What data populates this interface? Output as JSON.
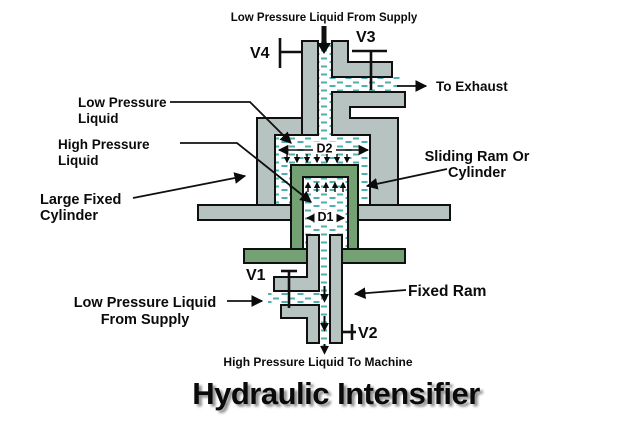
{
  "title": "Hydraulic Intensifier",
  "colors": {
    "metal_gray": "#b7c3c0",
    "metal_green": "#73a173",
    "liquid_dash": "#4fb0ac",
    "outline": "#101010"
  },
  "labels": {
    "supply_top": "Low Pressure Liquid From Supply",
    "to_exhaust": "To Exhaust",
    "low_pressure_1": "Low Pressure",
    "low_pressure_2": "Liquid",
    "high_pressure_1": "High Pressure",
    "high_pressure_2": "Liquid",
    "large_fixed_1": "Large Fixed",
    "large_fixed_2": "Cylinder",
    "sliding_ram_1": "Sliding Ram Or",
    "sliding_ram_2": "Cylinder",
    "fixed_ram": "Fixed Ram",
    "supply_bottom_1": "Low Pressure Liquid",
    "supply_bottom_2": "From Supply",
    "outlet": "High Pressure Liquid To Machine"
  },
  "valves": {
    "v1": "V1",
    "v2": "V2",
    "v3": "V3",
    "v4": "V4"
  },
  "dimensions": {
    "d1": "D1",
    "d2": "D2"
  }
}
